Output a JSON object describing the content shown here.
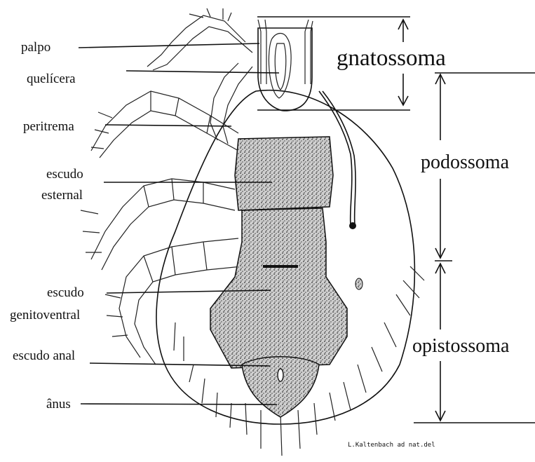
{
  "labels_left": {
    "palpo": "palpo",
    "quelicera": "quelícera",
    "peritrema": "peritrema",
    "escudo_esternal_1": "escudo",
    "escudo_esternal_2": "esternal",
    "escudo_genitoventral_1": "escudo",
    "escudo_genitoventral_2": "genitoventral",
    "escudo_anal": "escudo anal",
    "anus": "ânus"
  },
  "labels_right": {
    "gnatossoma": "gnatossoma",
    "podossoma": "podossoma",
    "opistossoma": "opistossoma"
  },
  "signature": "L.Kaltenbach ad nat.del"
}
